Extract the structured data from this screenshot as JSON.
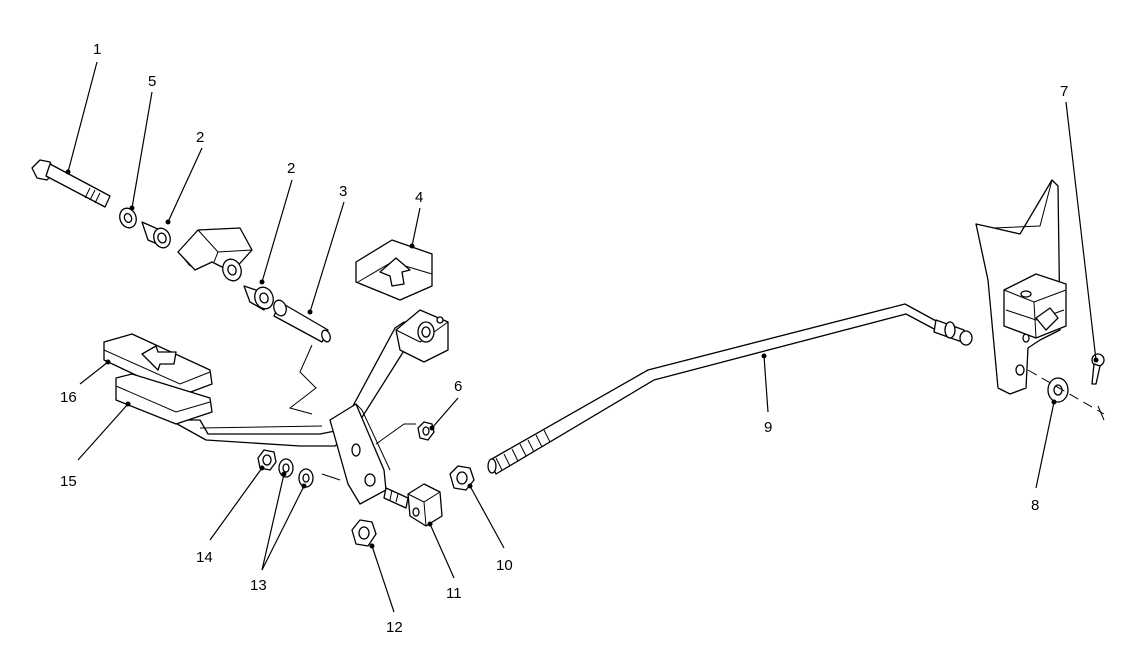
{
  "callouts": [
    {
      "id": "c1",
      "label": "1"
    },
    {
      "id": "c5",
      "label": "5"
    },
    {
      "id": "c2a",
      "label": "2"
    },
    {
      "id": "c2b",
      "label": "2"
    },
    {
      "id": "c3",
      "label": "3"
    },
    {
      "id": "c4",
      "label": "4"
    },
    {
      "id": "c6",
      "label": "6"
    },
    {
      "id": "c7",
      "label": "7"
    },
    {
      "id": "c8",
      "label": "8"
    },
    {
      "id": "c9",
      "label": "9"
    },
    {
      "id": "c10",
      "label": "10"
    },
    {
      "id": "c11",
      "label": "11"
    },
    {
      "id": "c12",
      "label": "12"
    },
    {
      "id": "c13",
      "label": "13"
    },
    {
      "id": "c14",
      "label": "14"
    },
    {
      "id": "c15",
      "label": "15"
    },
    {
      "id": "c16",
      "label": "16"
    }
  ]
}
